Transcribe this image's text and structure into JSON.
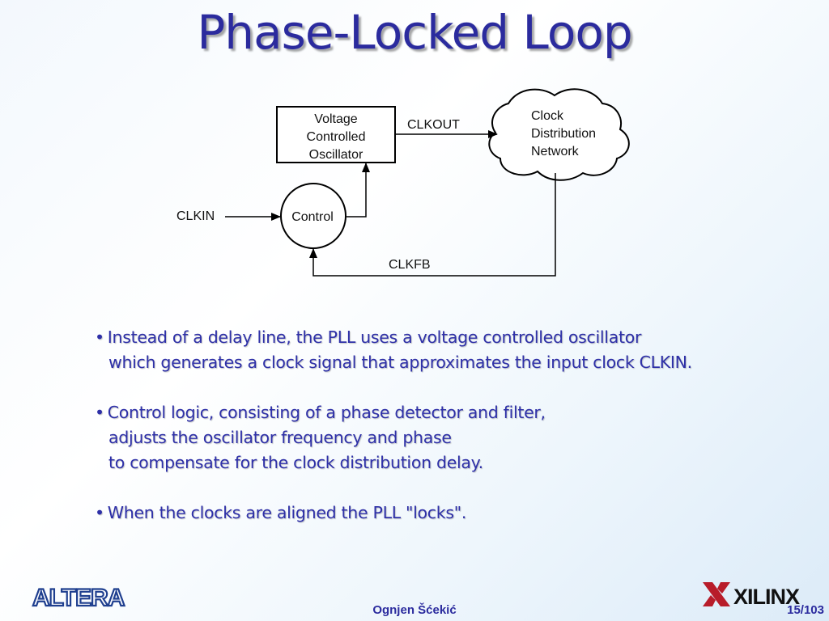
{
  "slide": {
    "title": "Phase-Locked Loop",
    "author": "Ognjen Šćekić",
    "page": "15/103"
  },
  "diagram": {
    "vco_lines": [
      "Voltage",
      "Controlled",
      "Oscillator"
    ],
    "cloud_lines": [
      "Clock",
      "Distribution",
      "Network"
    ],
    "control": "Control",
    "clkout": "CLKOUT",
    "clkin": "CLKIN",
    "clkfb": "CLKFB"
  },
  "bullets": [
    {
      "lines": [
        "Instead of a delay line, the PLL uses a voltage controlled oscillator",
        "which generates a clock signal that approximates the input clock CLKIN."
      ]
    },
    {
      "lines": [
        "Control logic, consisting of a phase detector and filter,",
        "adjusts the oscillator frequency and phase",
        "to compensate for the clock distribution delay."
      ]
    },
    {
      "lines": [
        "When the clocks are aligned the PLL \"locks\"."
      ]
    }
  ],
  "logos": {
    "left": "ALTERA",
    "right": "XILINX"
  },
  "colors": {
    "title": "#2b2b9e",
    "text": "#2e30a8",
    "altera": "#1f3f8f",
    "xilinx_red": "#b81c2a"
  }
}
